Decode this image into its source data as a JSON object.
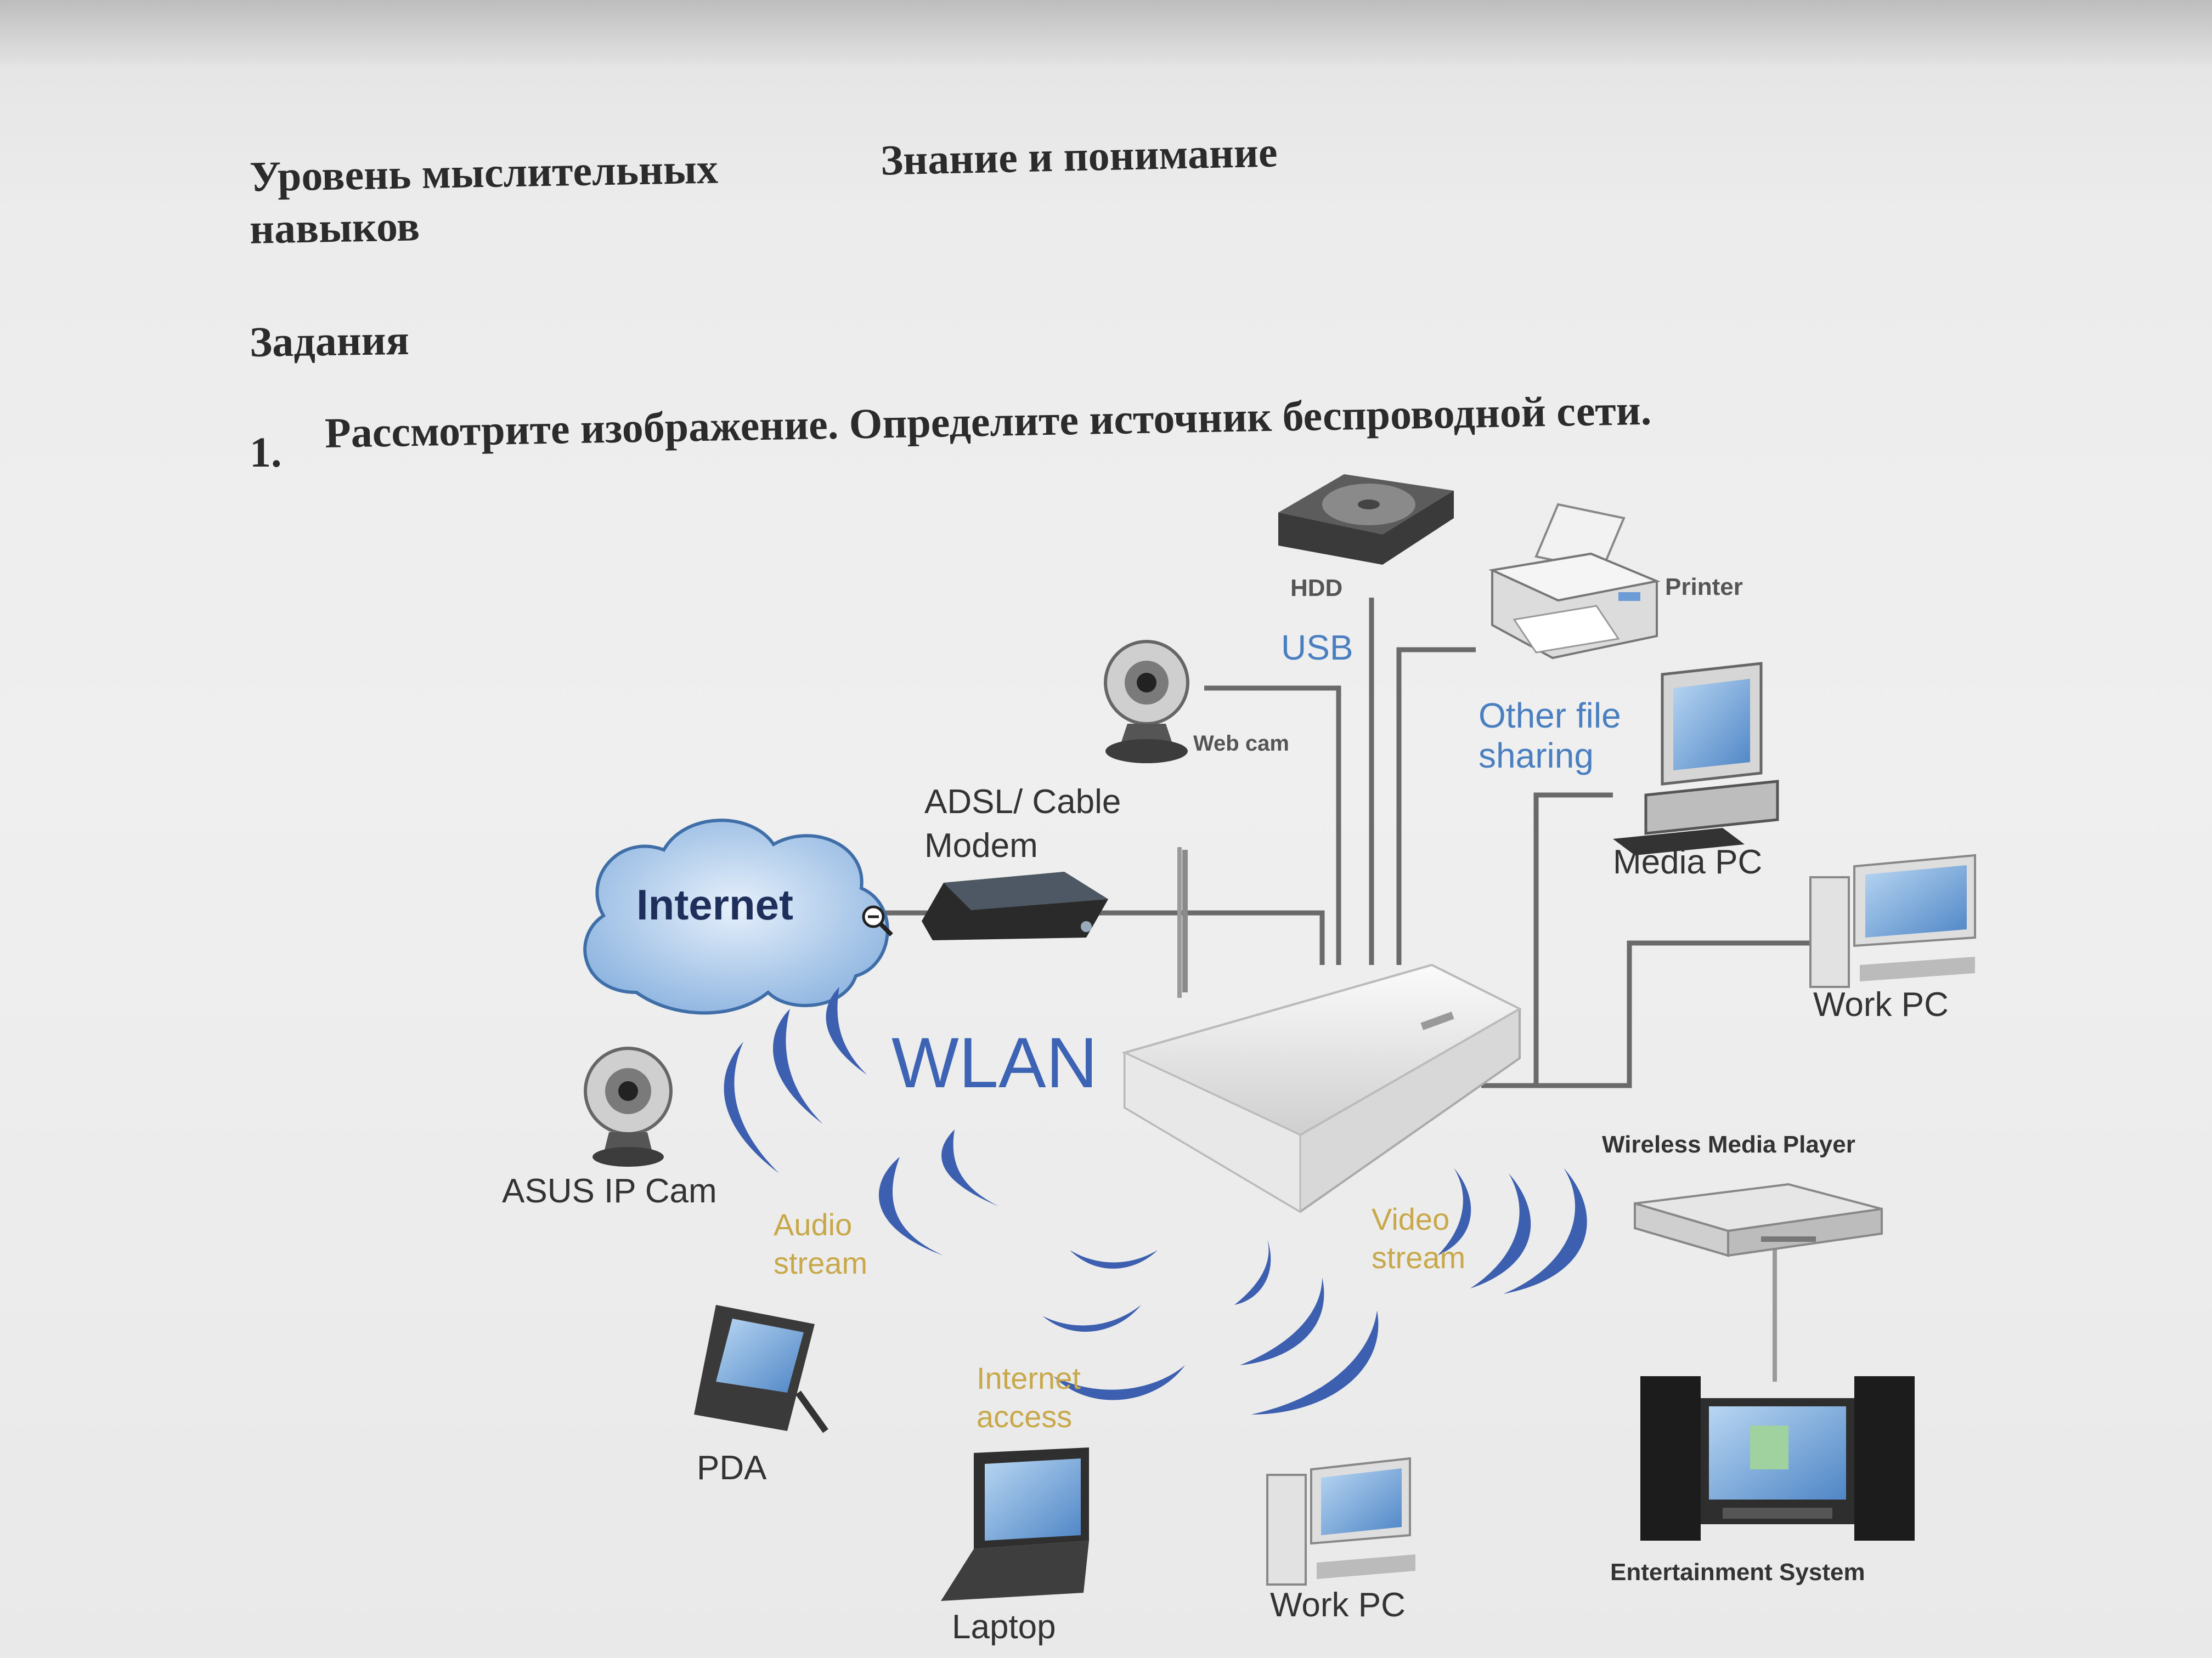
{
  "header": {
    "skill_level_label": "Уровень мыслительных навыков",
    "skill_level_line1": "Уровень мыслительных",
    "skill_level_line2": "навыков",
    "skill_level_value": "Знание и понимание"
  },
  "tasks": {
    "heading": "Задания",
    "items": [
      {
        "number": "1.",
        "text": "Рассмотрите изображение. Определите источник беспроводной сети."
      }
    ]
  },
  "diagram": {
    "labels": {
      "hdd": "HDD",
      "printer": "Printer",
      "usb": "USB",
      "web_cam": "Web cam",
      "other_file_sharing_line1": "Other file",
      "other_file_sharing_line2": "sharing",
      "media_pc": "Media PC",
      "adsl_line1": "ADSL/ Cable",
      "adsl_line2": "Modem",
      "internet": "Internet",
      "work_pc_right": "Work PC",
      "wlan": "WLAN",
      "asus_ip_cam": "ASUS IP Cam",
      "audio_line1": "Audio",
      "audio_line2": "stream",
      "video_line1": "Video",
      "video_line2": "stream",
      "wireless_media_player": "Wireless Media Player",
      "pda": "PDA",
      "internet_access_line1": "Internet",
      "internet_access_line2": "access",
      "laptop": "Laptop",
      "work_pc_bottom": "Work PC",
      "entertainment_system": "Entertainment System"
    },
    "colors": {
      "wave_blue": "#3d5fb0",
      "label_blue": "#4a7fc0",
      "stream_gold": "#c8a84a",
      "cable": "#6a6a6a",
      "cloud": "#a9c6e8"
    },
    "icons": [
      "hdd-icon",
      "printer-icon",
      "webcam-icon",
      "media-pc-icon",
      "modem-icon",
      "internet-cloud-icon",
      "router-icon",
      "work-pc-icon",
      "ip-cam-icon",
      "wireless-media-player-icon",
      "pda-icon",
      "laptop-icon",
      "entertainment-system-icon",
      "magnifier-cursor-icon"
    ]
  }
}
